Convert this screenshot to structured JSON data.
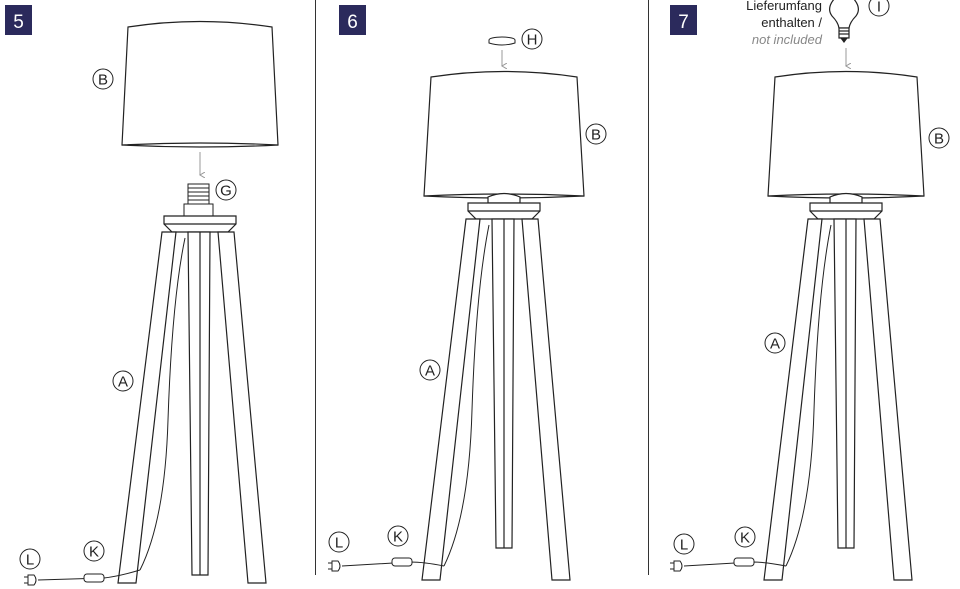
{
  "steps": [
    {
      "number": "5",
      "labels": {
        "shade": "B",
        "socket": "G",
        "tripod": "A",
        "cord": "L",
        "switch": "K"
      }
    },
    {
      "number": "6",
      "labels": {
        "ring": "H",
        "shade": "B",
        "tripod": "A",
        "cord": "L",
        "switch": "K"
      }
    },
    {
      "number": "7",
      "labels": {
        "bulb": "I",
        "shade": "B",
        "tripod": "A",
        "cord": "L",
        "switch": "K"
      },
      "bulb_note": {
        "line1": "Lieferumfang",
        "line2": "enthalten /",
        "line3": "not included"
      }
    }
  ],
  "colors": {
    "badge": "#2b2a5c",
    "line": "#222222",
    "arrow": "#999999",
    "divider": "#333333"
  }
}
